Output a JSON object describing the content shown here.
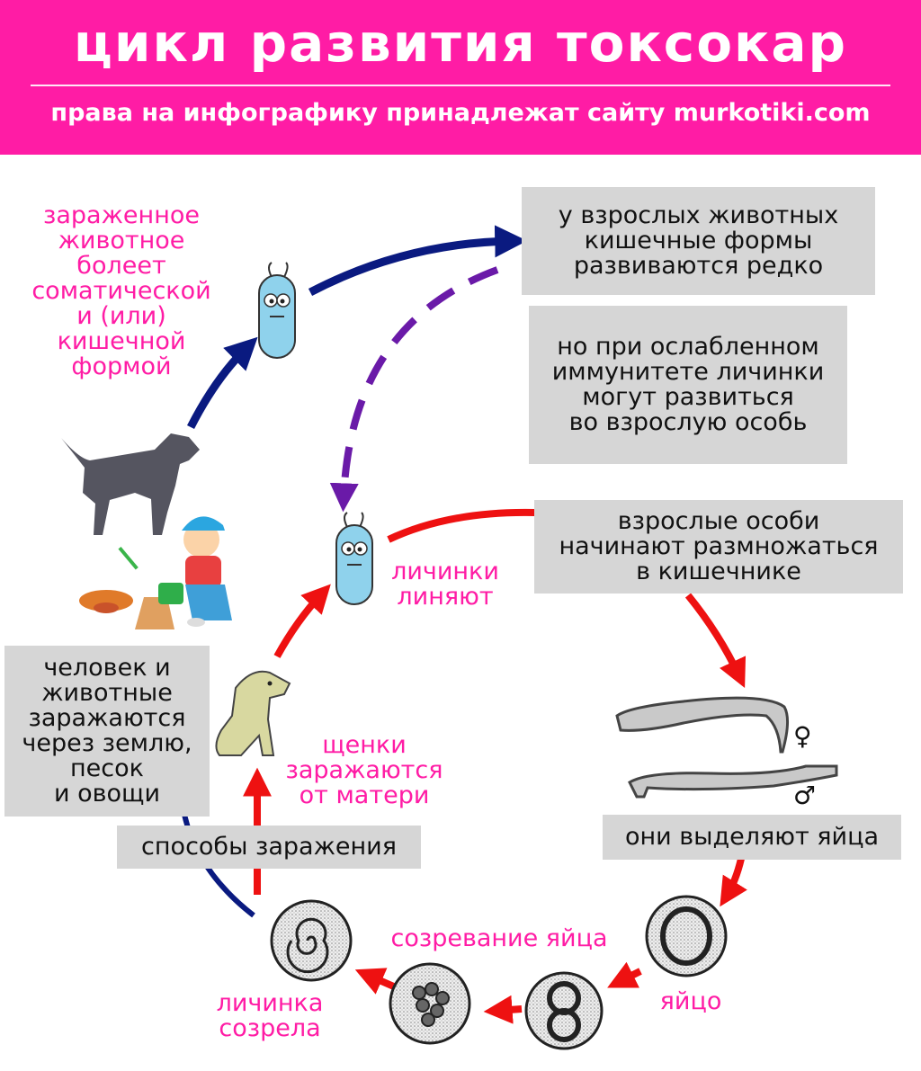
{
  "header": {
    "title": "цикл развития токсокар",
    "subtitle": "права на инфографику принадлежат сайту murkotiki.com"
  },
  "colors": {
    "header_bg": "#ff1ca5",
    "label_pink": "#ff1ca5",
    "box_gray": "#d6d6d6",
    "arrow_blue": "#0a1a80",
    "arrow_red": "#ee1111",
    "arrow_purple": "#6a1aa8"
  },
  "labels": {
    "infected_animal": [
      "зараженное",
      "животное",
      "болеет",
      "соматической",
      "и (или)",
      "кишечной",
      "формой"
    ],
    "larvae_molt": [
      "личинки",
      "линяют"
    ],
    "puppies": [
      "щенки",
      "заражаются",
      "от матери"
    ],
    "egg_maturation": "созревание яйца",
    "larva_matured": [
      "личинка",
      "созрела"
    ],
    "egg": "яйцо"
  },
  "boxes": {
    "adults_rare": [
      "у взрослых животных",
      "кишечные формы",
      "развиваются редко"
    ],
    "weak_immunity": [
      "но при ослабленном",
      "иммунитете личинки",
      "могут развиться",
      "во взрослую особь"
    ],
    "adults_reproduce": [
      "взрослые особи",
      "начинают размножаться",
      "в кишечнике"
    ],
    "humans_infected": [
      "человек и",
      "животные",
      "заражаются",
      "через землю,",
      "песок",
      "и овощи"
    ],
    "infection_ways": "способы заражения",
    "release_eggs": "они выделяют яйца"
  },
  "symbols": {
    "female": "♀",
    "male": "♂"
  },
  "icons": [
    "larva-icon",
    "dog-icon",
    "child-icon",
    "puppy-icon",
    "worm-icon",
    "egg-icon"
  ]
}
